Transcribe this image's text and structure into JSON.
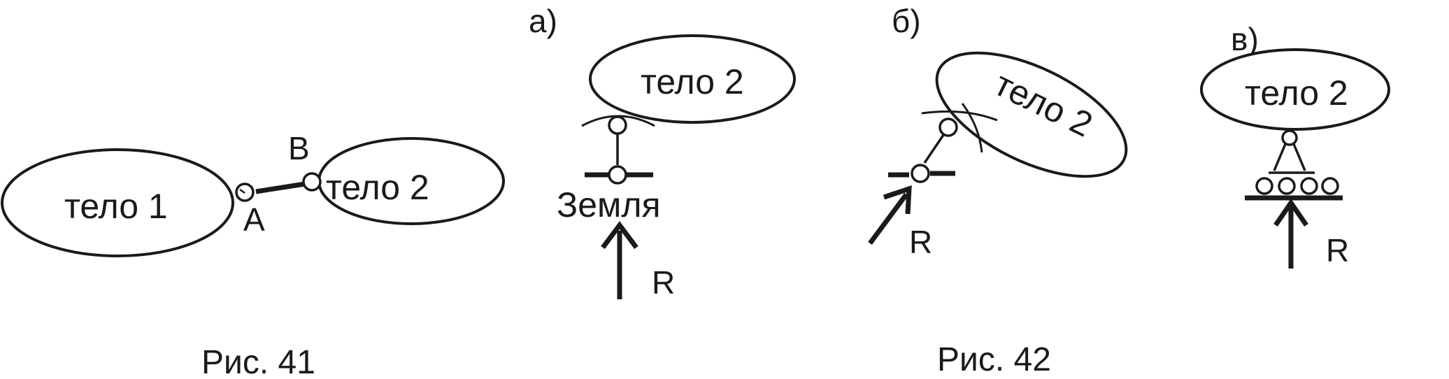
{
  "fig41": {
    "body1_label": "тело 1",
    "body2_label": "тело 2",
    "point_a": "A",
    "point_b": "B",
    "caption": "Рис. 41"
  },
  "fig42": {
    "caption": "Рис. 42",
    "a": {
      "sublabel": "а)",
      "body_label": "тело 2",
      "ground_label": "Земля",
      "force_label": "R"
    },
    "b": {
      "sublabel": "б)",
      "body_label": "тело 2",
      "force_label": "R"
    },
    "c": {
      "sublabel": "в)",
      "body_label": "тело 2",
      "force_label": "R"
    }
  }
}
